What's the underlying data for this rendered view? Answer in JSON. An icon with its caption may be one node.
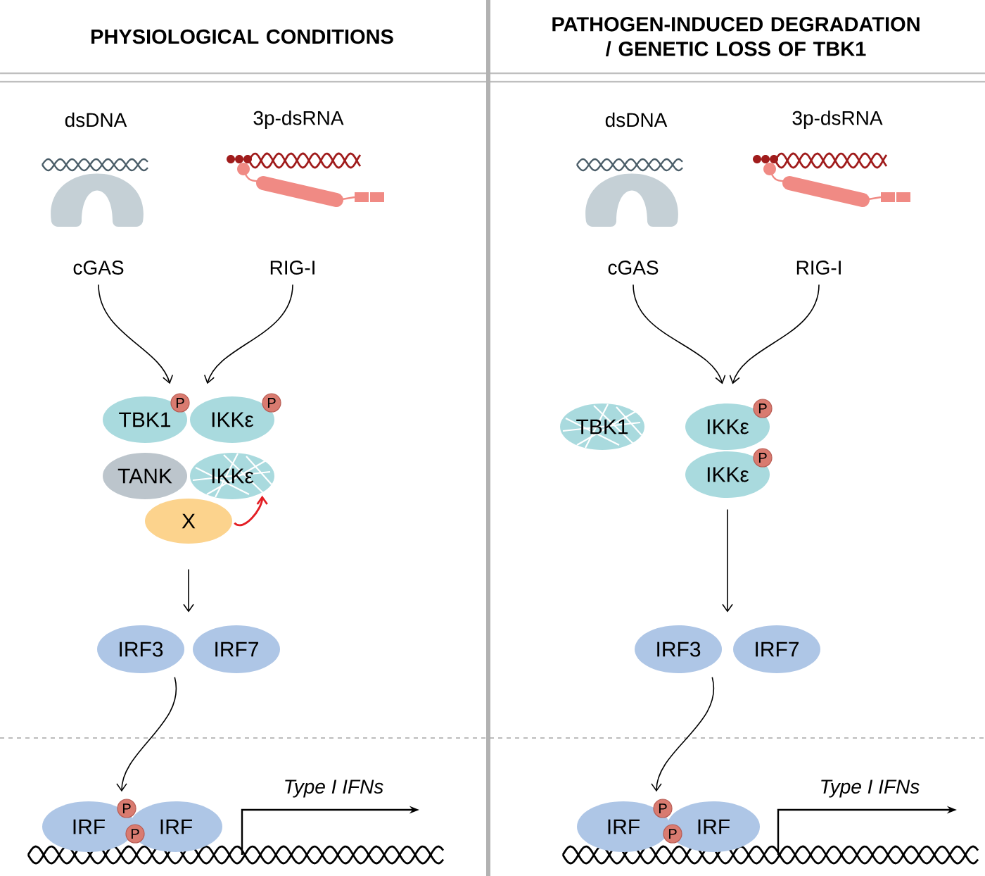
{
  "diagram": {
    "nodes": [
      {
        "text": [
          "cGAS"
        ]
      },
      {
        "text": [
          "RIG-I"
        ]
      },
      {
        "text": [
          "TBK1"
        ]
      },
      {
        "text": [
          "P"
        ]
      },
      {
        "text": [
          "IKKε"
        ]
      },
      {
        "text": [
          "P"
        ]
      },
      {
        "text": [
          "TANK"
        ]
      },
      {
        "text": [
          "IKKε"
        ]
      },
      {
        "text": [
          "X"
        ]
      },
      {
        "text": [
          "IRF3"
        ]
      },
      {
        "text": [
          "IRF7"
        ]
      },
      {
        "text": [
          "IRF"
        ]
      },
      {
        "text": [
          "P"
        ]
      },
      {
        "text": [
          "P"
        ]
      },
      {
        "text": [
          "IRF"
        ]
      },
      {
        "text": [
          "cGAS"
        ]
      },
      {
        "text": [
          "RIG-I"
        ]
      },
      {
        "text": [
          "TBK1"
        ]
      },
      {
        "text": [
          "IKKε"
        ]
      },
      {
        "text": [
          "P"
        ]
      },
      {
        "text": [
          "IKKε"
        ]
      },
      {
        "text": [
          "P"
        ]
      },
      {
        "text": [
          "IRF3"
        ]
      },
      {
        "text": [
          "IRF7"
        ]
      },
      {
        "text": [
          "IRF"
        ]
      },
      {
        "text": [
          "P"
        ]
      },
      {
        "text": [
          "P"
        ]
      },
      {
        "text": [
          "IRF"
        ]
      }
    ],
    "edges": [
      {
        "from": 0,
        "to": 2,
        "arrow": "to"
      },
      {
        "from": 1,
        "to": 4,
        "arrow": "to"
      },
      {
        "from": 8,
        "to": 7,
        "arrow": "to",
        "color": "#e31e24"
      },
      {
        "from": 8,
        "to": 9,
        "arrow": "to"
      },
      {
        "from": 9,
        "to": 11,
        "arrow": "to"
      },
      {
        "from": 15,
        "to": 18,
        "arrow": "to"
      },
      {
        "from": 16,
        "to": 18,
        "arrow": "to"
      },
      {
        "from": 20,
        "to": 22,
        "arrow": "to"
      },
      {
        "from": 22,
        "to": 24,
        "arrow": "to"
      }
    ],
    "labels": [
      "PHYSIOLOGICAL CONDITIONS",
      "PATHOGEN-INDUCED DEGRADATION / GENETIC LOSS OF TBK1",
      "dsDNA",
      "3p-dsRNA",
      "dsDNA",
      "3p-dsRNA",
      "Type I IFNs",
      "Type I IFNs"
    ]
  }
}
